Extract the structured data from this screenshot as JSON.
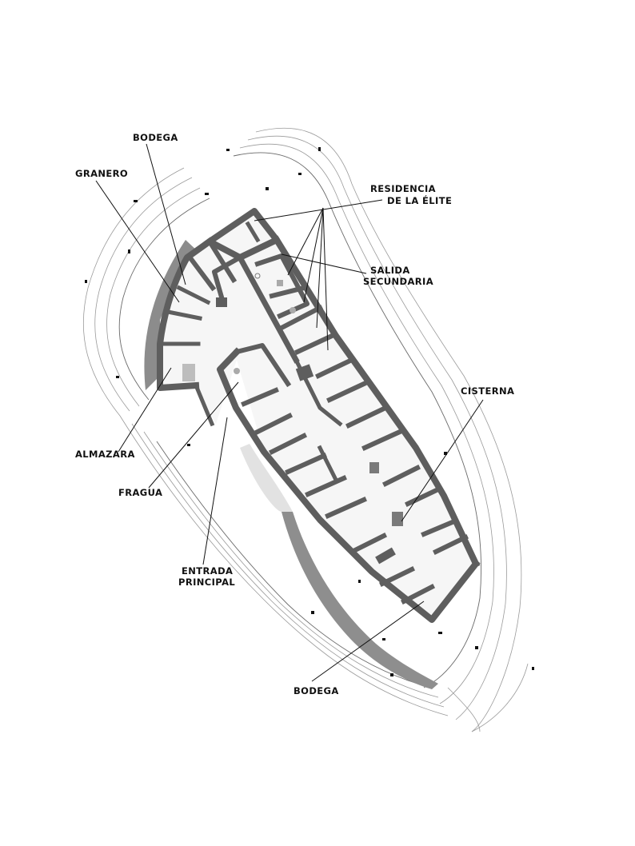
{
  "labels": {
    "bodega_top": "BODEGA",
    "granero": "GRANERO",
    "residencia_1": "RESIDENCIA",
    "residencia_2": "DE LA ÉLITE",
    "salida_1": "SALIDA",
    "salida_2": "SECUNDARIA",
    "cisterna": "CISTERNA",
    "almazara": "ALMAZARA",
    "fragua": "FRAGUA",
    "entrada_1": "ENTRADA",
    "entrada_2": "PRINCIPAL",
    "bodega_bottom": "BODEGA"
  },
  "colors": {
    "wall": "#5e5e5e",
    "bodega_fill": "#8c8c8c",
    "floor": "#f4f4f4",
    "contour": "#9a9a9a"
  }
}
